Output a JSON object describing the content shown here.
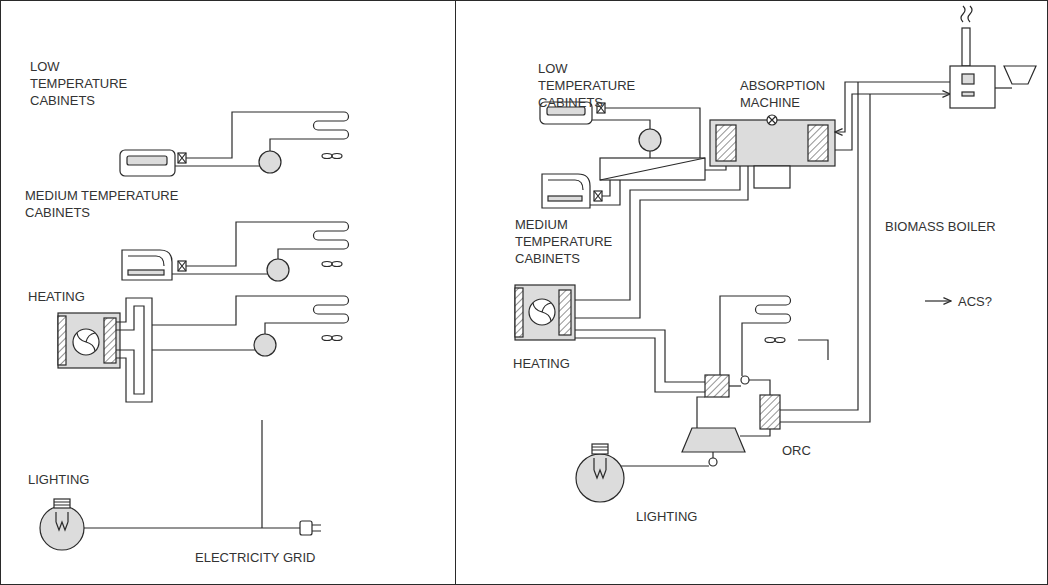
{
  "diagram": {
    "labels": [
      "LOW TEMPERATURE CABINETS",
      "MEDIUM TEMPERATURE CABINETS",
      "HEATING",
      "LIGHTING",
      "ELECTRICITY GRID",
      "LOW TEMPERATURE CABINETS",
      "ABSORPTION MACHINE",
      "MEDIUM TEMPERATURE CABINETS",
      "BIOMASS BOILER",
      "HEATING",
      "ACS?",
      "ORC",
      "LIGHTING"
    ]
  }
}
